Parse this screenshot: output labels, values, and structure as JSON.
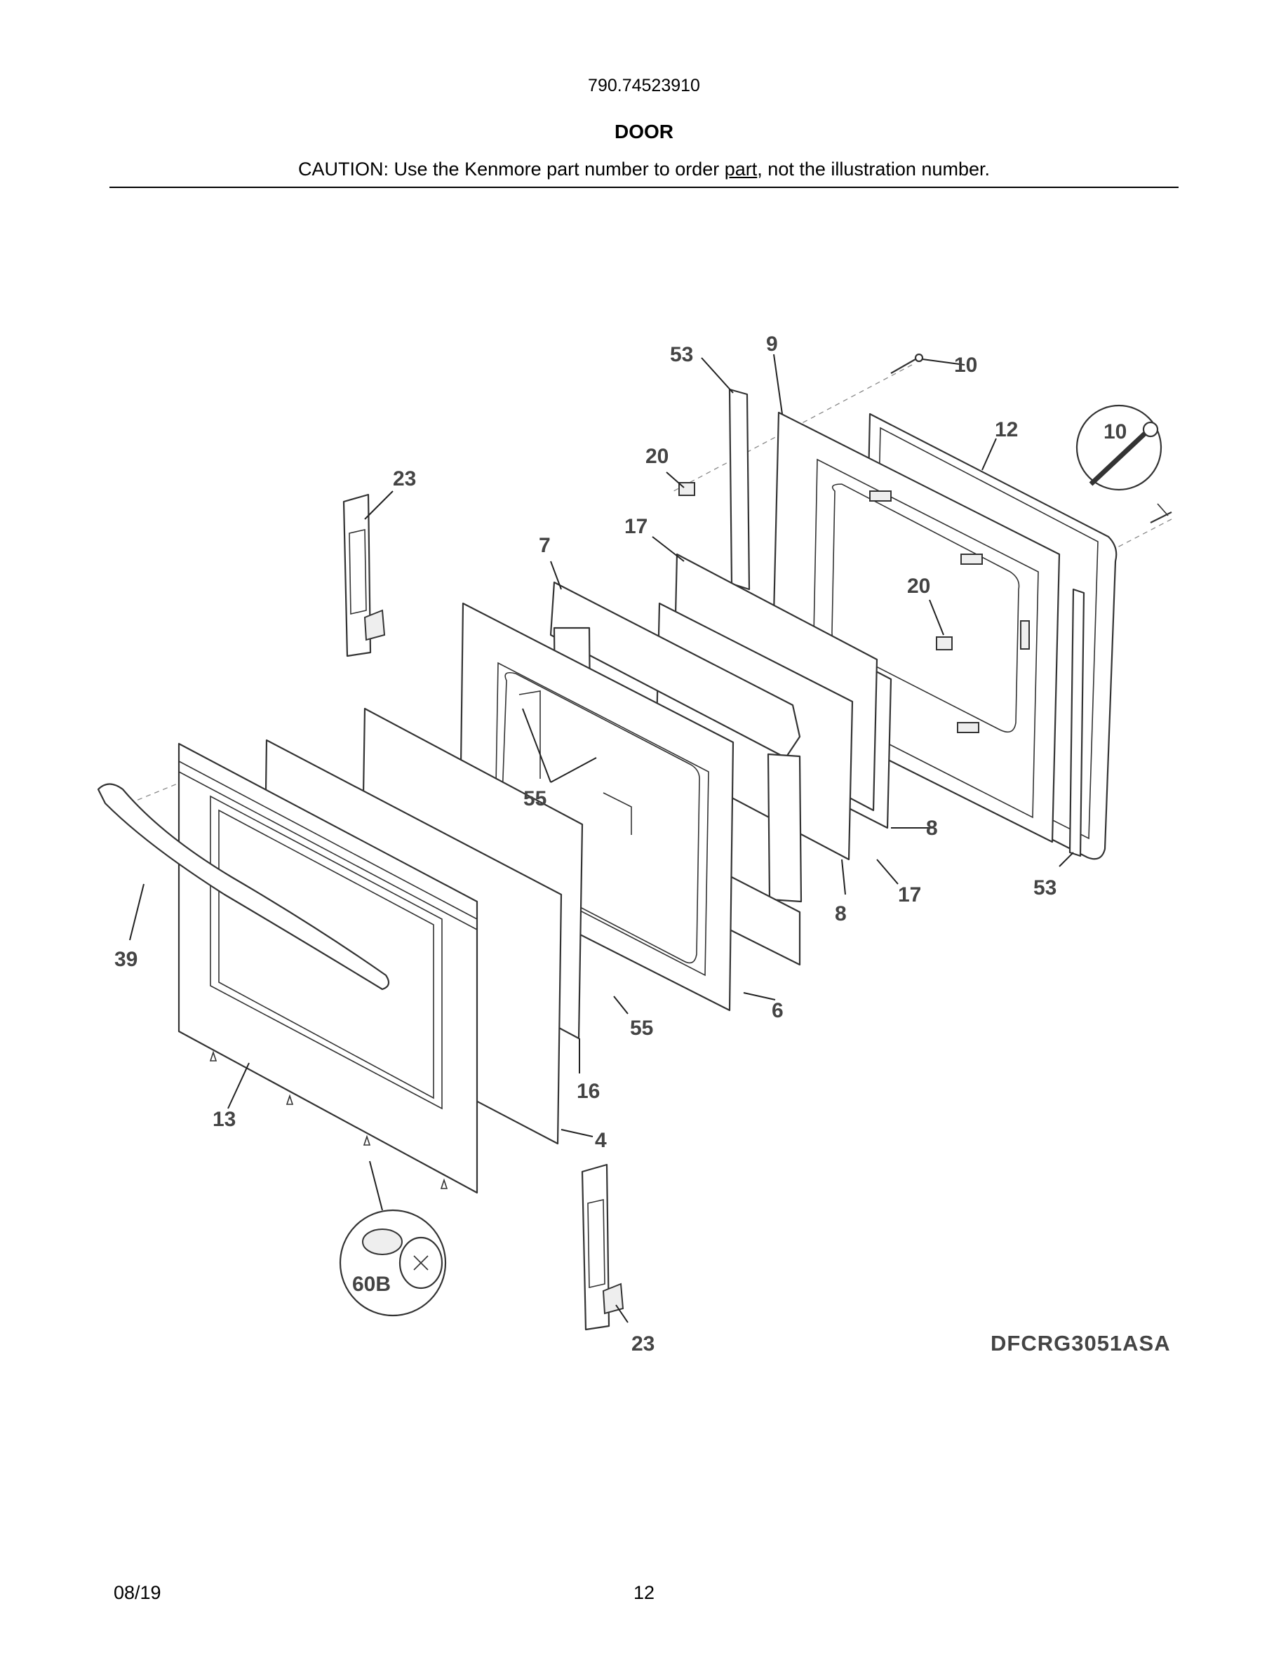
{
  "header": {
    "model_number": "790.74523910",
    "section_title": "DOOR",
    "caution_before": "CAUTION: Use the Kenmore part number to order ",
    "caution_underlined": "part",
    "caution_after": ", not the illustration number."
  },
  "diagram": {
    "code": "DFCRG3051ASA",
    "callouts": {
      "c53_top": "53",
      "c9": "9",
      "c10_top": "10",
      "c10_detail": "10",
      "c12": "12",
      "c23_top": "23",
      "c20_left": "20",
      "c20_right": "20",
      "c17_top": "17",
      "c7": "7",
      "c55_mid": "55",
      "c8_right": "8",
      "c8_bottom": "8",
      "c17_bottom": "17",
      "c53_bottom": "53",
      "c39": "39",
      "c6": "6",
      "c55_bottom": "55",
      "c16": "16",
      "c13": "13",
      "c4": "4",
      "c60b": "60B",
      "c23_bottom": "23"
    }
  },
  "footer": {
    "date": "08/19",
    "page_number": "12"
  }
}
